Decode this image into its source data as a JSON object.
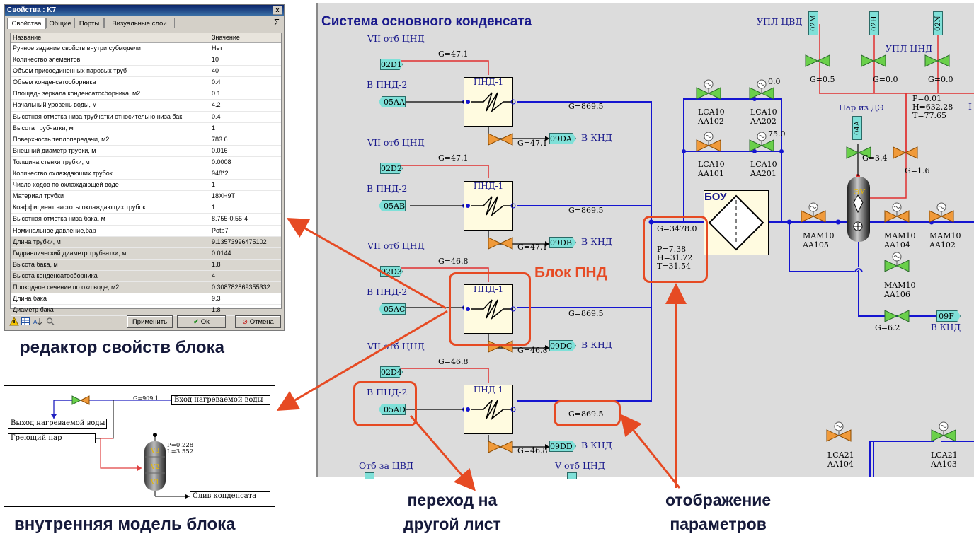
{
  "dialog": {
    "title": "Свойства : K7",
    "close": "x",
    "tabs": [
      "Свойства",
      "Общие",
      "Порты",
      "Визуальные слои"
    ],
    "sigma": "Σ",
    "columns": [
      "Название",
      "Значение"
    ],
    "rows": [
      {
        "name": "Ручное задание свойств внутри субмодели",
        "value": "Нет",
        "grey": false
      },
      {
        "name": "Количество элементов",
        "value": "10",
        "grey": false
      },
      {
        "name": "Объем присоединенных паровых труб",
        "value": "40",
        "grey": false
      },
      {
        "name": "Объем конденсатосборника",
        "value": "0.4",
        "grey": false
      },
      {
        "name": "Площадь зеркала конденсатосборника, м2",
        "value": "0.1",
        "grey": false
      },
      {
        "name": "Начальный уровень воды, м",
        "value": "4.2",
        "grey": false
      },
      {
        "name": "Высотная отметка низа трубчатки относительно низа бак",
        "value": "0.4",
        "grey": false
      },
      {
        "name": "Высота трубчатки, м",
        "value": "1",
        "grey": false
      },
      {
        "name": "Поверхность теплопередачи, м2",
        "value": "783.6",
        "grey": false
      },
      {
        "name": "Внешний диаметр трубки, м",
        "value": "0.016",
        "grey": false
      },
      {
        "name": "Толщина стенки трубки, м",
        "value": "0.0008",
        "grey": false
      },
      {
        "name": "Количество охлаждающих трубок",
        "value": "948*2",
        "grey": false
      },
      {
        "name": "Число ходов по охлаждающей воде",
        "value": "1",
        "grey": false
      },
      {
        "name": "Материал трубки",
        "value": "18ХН9Т",
        "grey": false
      },
      {
        "name": "Коэффициент чистоты охлаждающих трубок",
        "value": "1",
        "grey": false
      },
      {
        "name": "Высотная отметка низа бака, м",
        "value": "8.755-0.55-4",
        "grey": false
      },
      {
        "name": "Номинальное давление,бар",
        "value": "Potb7",
        "grey": false
      },
      {
        "name": "Длина трубки, м",
        "value": "9.13573996475102",
        "grey": true
      },
      {
        "name": "Гидравлический диаметр трубчатки, м",
        "value": "0.0144",
        "grey": true
      },
      {
        "name": "Высота бака, м",
        "value": "1.8",
        "grey": true
      },
      {
        "name": "Высота конденсатосборника",
        "value": "4",
        "grey": true
      },
      {
        "name": "Проходное сечение по охл воде, м2",
        "value": "0.308782869355332",
        "grey": true
      },
      {
        "name": "Длина бака",
        "value": "9.3",
        "grey": false
      },
      {
        "name": "Диаметр бака",
        "value": "1.8",
        "grey": false
      }
    ],
    "buttons": {
      "apply": "Применить",
      "ok": "Ok",
      "cancel": "Отмена"
    },
    "footer_icons": [
      "warning-icon",
      "table-icon",
      "sort-icon",
      "search-icon"
    ]
  },
  "captions": {
    "editor": "редактор свойств блока",
    "inner": "внутренняя модель блока",
    "goto": "переход на\nдругой лист",
    "params": "отображение\nпараметров",
    "pnd_block": "Блок ПНД"
  },
  "inner_model": {
    "g_label": "G=909.1",
    "inlet": "Вход нагреваемой воды",
    "outlet": "Выход нагреваемой воды",
    "steam": "Греющий пар",
    "drain": "Слив конденсата",
    "tank_p": "P=0.228",
    "tank_l": "L=3.552",
    "levels": [
      "V3",
      "V2",
      "V1"
    ]
  },
  "scheme": {
    "title": "Система основного конденсата",
    "top_right": {
      "upl_cvd": "УПЛ ЦВД",
      "upl_cnd": "УПЛ ЦНД",
      "vtags": [
        "02M",
        "02H",
        "02N"
      ],
      "g_vals": [
        "G=0.5",
        "G=0.0",
        "G=0.0"
      ],
      "p": "P=0.01",
      "h": "H=632.28",
      "t": "T=77.65",
      "steam_de": "Пар из ДЭ",
      "tag_04a": "04A",
      "g34": "G=3.4",
      "g16": "G=1.6",
      "eu": "ЭУ"
    },
    "pnd_rows": [
      {
        "steam_label": "VII отб ЦНД",
        "steam_tag": "02D1",
        "g_in": "G=47.1",
        "to_label": "В ПНД-2",
        "to_tag": "05AA",
        "g_out": "G=869.5",
        "drain_g": "G=47.1",
        "drain_tag": "09DA",
        "drain_label": "В КНД",
        "title": "ПНД-1"
      },
      {
        "steam_label": "VII отб ЦНД",
        "steam_tag": "02D2",
        "g_in": "G=47.1",
        "to_label": "В ПНД-2",
        "to_tag": "05AB",
        "g_out": "G=869.5",
        "drain_g": "G=47.1",
        "drain_tag": "09DB",
        "drain_label": "В КНД",
        "title": "ПНД-1"
      },
      {
        "steam_label": "VII отб ЦНД",
        "steam_tag": "02D3",
        "g_in": "G=46.8",
        "to_label": "В ПНД-2",
        "to_tag": "05AC",
        "g_out": "G=869.5",
        "drain_g": "G=46.8",
        "drain_tag": "09DC",
        "drain_label": "В КНД",
        "title": "ПНД-1"
      },
      {
        "steam_label": "VII отб ЦНД",
        "steam_tag": "02D4",
        "g_in": "G=46.8",
        "to_label": "В ПНД-2",
        "to_tag": "05AD",
        "g_out": "G=869.5",
        "drain_g": "G=46.8",
        "drain_tag": "09DD",
        "drain_label": "В КНД",
        "title": "ПНД-1"
      }
    ],
    "bottom_labels": {
      "otb_cvd": "Отб за ЦВД",
      "v_otb": "V отб ЦНД"
    },
    "bou": {
      "label": "БОУ",
      "g": "G=3478.0",
      "p": "P=7.38",
      "h": "H=31.72",
      "t": "T=31.54"
    },
    "valves": [
      {
        "n1": "LCA10",
        "n2": "AA102"
      },
      {
        "n1": "LCA10",
        "n2": "AA202"
      },
      {
        "n1": "LCA10",
        "n2": "AA101"
      },
      {
        "n1": "LCA10",
        "n2": "AA201"
      },
      {
        "n1": "MAM10",
        "n2": "AA105"
      },
      {
        "n1": "MAM10",
        "n2": "AA104"
      },
      {
        "n1": "MAM10",
        "n2": "AA102"
      },
      {
        "n1": "MAM10",
        "n2": "AA106"
      },
      {
        "n1": "LCA21",
        "n2": "AA104"
      },
      {
        "n1": "LCA21",
        "n2": "AA103"
      }
    ],
    "v00": "0.0",
    "v750": "75.0",
    "g62": "G=6.2",
    "tag_09f": "09F",
    "knd": "В КНД",
    "edge_mark": "I"
  }
}
